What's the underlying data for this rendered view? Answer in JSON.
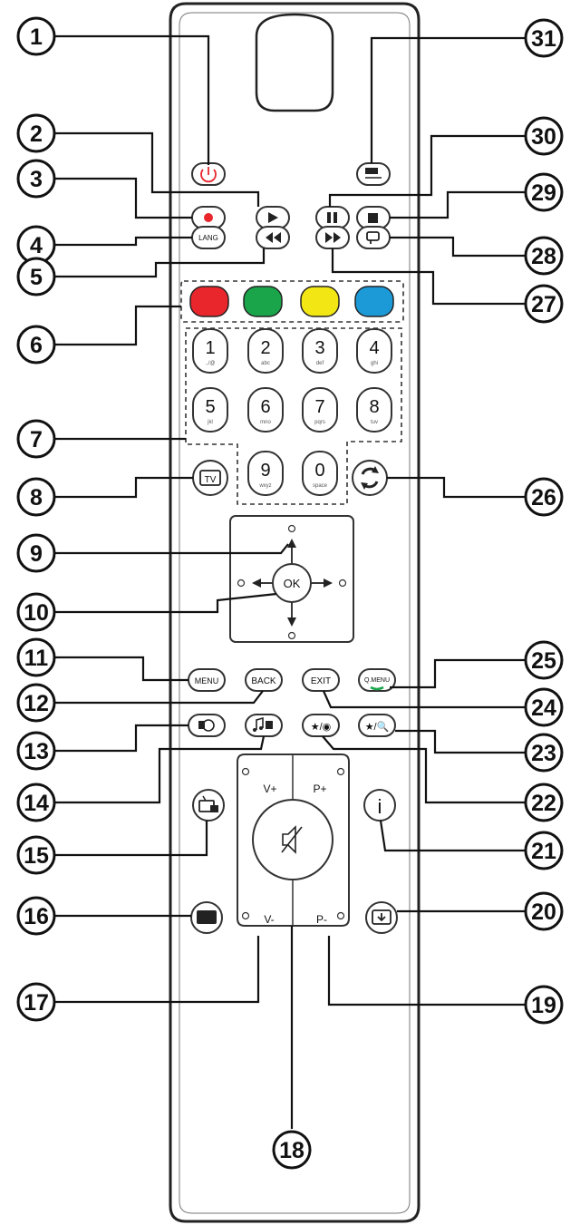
{
  "callouts": [
    "1",
    "2",
    "3",
    "4",
    "5",
    "6",
    "7",
    "8",
    "9",
    "10",
    "11",
    "12",
    "13",
    "14",
    "15",
    "16",
    "17",
    "18",
    "19",
    "20",
    "21",
    "22",
    "23",
    "24",
    "25",
    "26",
    "27",
    "28",
    "29",
    "30",
    "31"
  ],
  "labels": {
    "lang": "LANG",
    "tv": "TV",
    "ok": "OK",
    "menu": "MENU",
    "back": "BACK",
    "exit": "EXIT",
    "qmenu": "Q.MENU",
    "vol_up": "V+",
    "vol_down": "V-",
    "prog_up": "P+",
    "prog_down": "P-",
    "info": "i",
    "fav_a": "★/◉",
    "fav_b": "★/🔍"
  },
  "numpad": [
    {
      "digit": "1",
      "letters": ".,/@"
    },
    {
      "digit": "2",
      "letters": "abc"
    },
    {
      "digit": "3",
      "letters": "def"
    },
    {
      "digit": "4",
      "letters": "ghi"
    },
    {
      "digit": "5",
      "letters": "jkl"
    },
    {
      "digit": "6",
      "letters": "mno"
    },
    {
      "digit": "7",
      "letters": "pqrs"
    },
    {
      "digit": "8",
      "letters": "tuv"
    },
    {
      "digit": "9",
      "letters": "wxyz"
    },
    {
      "digit": "0",
      "letters": "space"
    }
  ],
  "colors": {
    "red": "#e8262c",
    "green": "#1aa54a",
    "yellow": "#f2e614",
    "blue": "#1c9ad8",
    "line": "#111111"
  }
}
